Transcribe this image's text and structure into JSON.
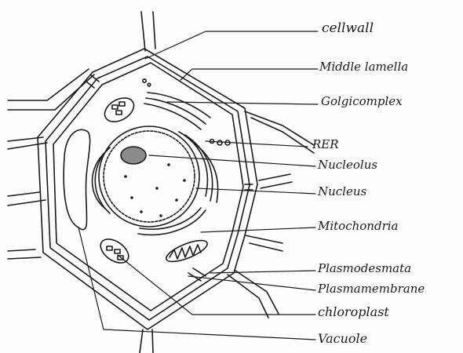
{
  "labels": {
    "cell_wall": "cellwall",
    "middle_lamella": "Middle lamella",
    "golgi_complex": "Golgicomplex",
    "rer": "RER",
    "nucleolus": "Nucleolus",
    "nucleus": "Nucleus",
    "mitochondria": "Mitochondria",
    "plasmodesmata": "Plasmodesmata",
    "plasma_membrane": "Plasmamembrane",
    "chloroplast": "chloroplast",
    "vacuole": "Vacuole"
  },
  "colors": {
    "ink": "#1a1a1a",
    "nucleolus_fill": "#8a8a8a",
    "paper": "#fdfdfb"
  }
}
